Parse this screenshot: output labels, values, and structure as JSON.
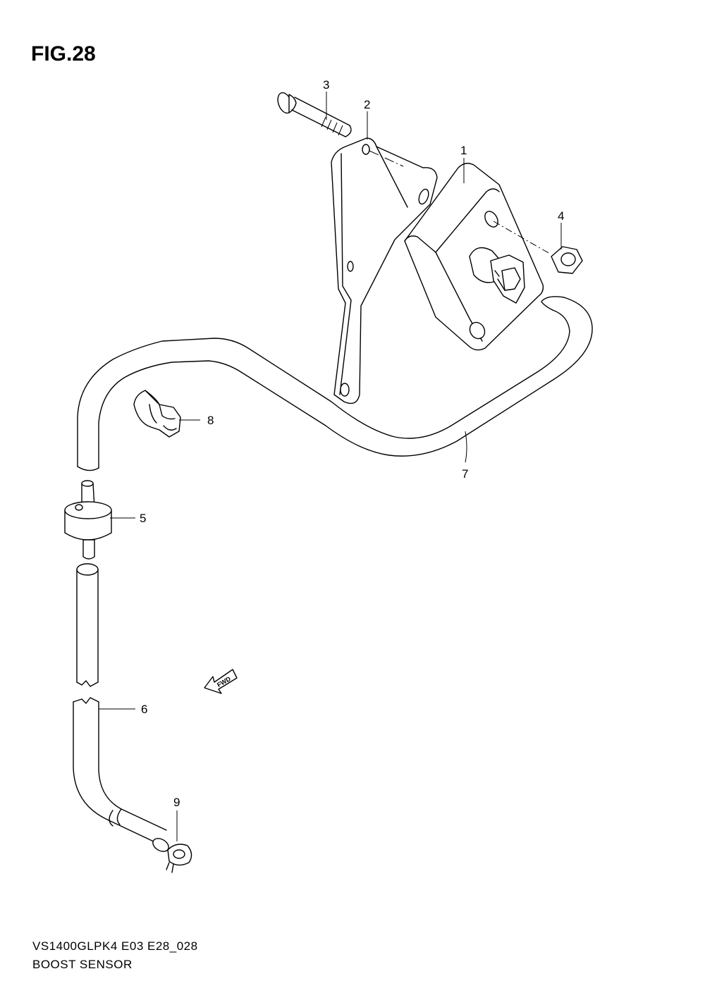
{
  "figure": {
    "title": "FIG.28",
    "model_code": "VS1400GLPK4 E03 E28_028",
    "caption": "BOOST SENSOR",
    "fwd_label": "FWD"
  },
  "parts": [
    {
      "number": "1",
      "description": ""
    },
    {
      "number": "2",
      "description": ""
    },
    {
      "number": "3",
      "description": ""
    },
    {
      "number": "4",
      "description": ""
    },
    {
      "number": "5",
      "description": ""
    },
    {
      "number": "6",
      "description": ""
    },
    {
      "number": "7",
      "description": ""
    },
    {
      "number": "8",
      "description": ""
    },
    {
      "number": "9",
      "description": ""
    }
  ]
}
